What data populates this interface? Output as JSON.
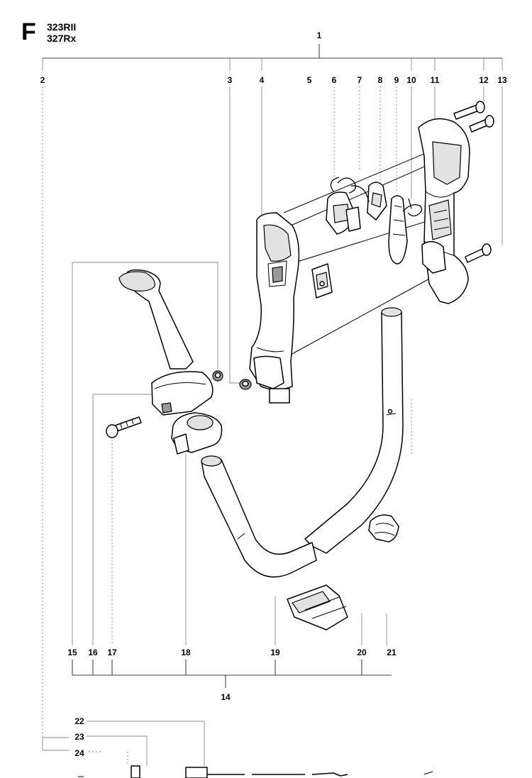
{
  "header": {
    "section_letter": "F",
    "models": [
      "323RII",
      "327Rx"
    ]
  },
  "callouts": {
    "c1": "1",
    "c2": "2",
    "c3": "3",
    "c4": "4",
    "c5": "5",
    "c6": "6",
    "c7": "7",
    "c8": "8",
    "c9": "9",
    "c10": "10",
    "c11": "11",
    "c12": "12",
    "c13": "13",
    "c14": "14",
    "c15": "15",
    "c16": "16",
    "c17": "17",
    "c18": "18",
    "c19": "19",
    "c20": "20",
    "c21": "21",
    "c22": "22",
    "c23": "23",
    "c24": "24"
  },
  "colors": {
    "ink": "#000000",
    "leader": "#8a8a8a",
    "shade": "#e2e2e2"
  }
}
